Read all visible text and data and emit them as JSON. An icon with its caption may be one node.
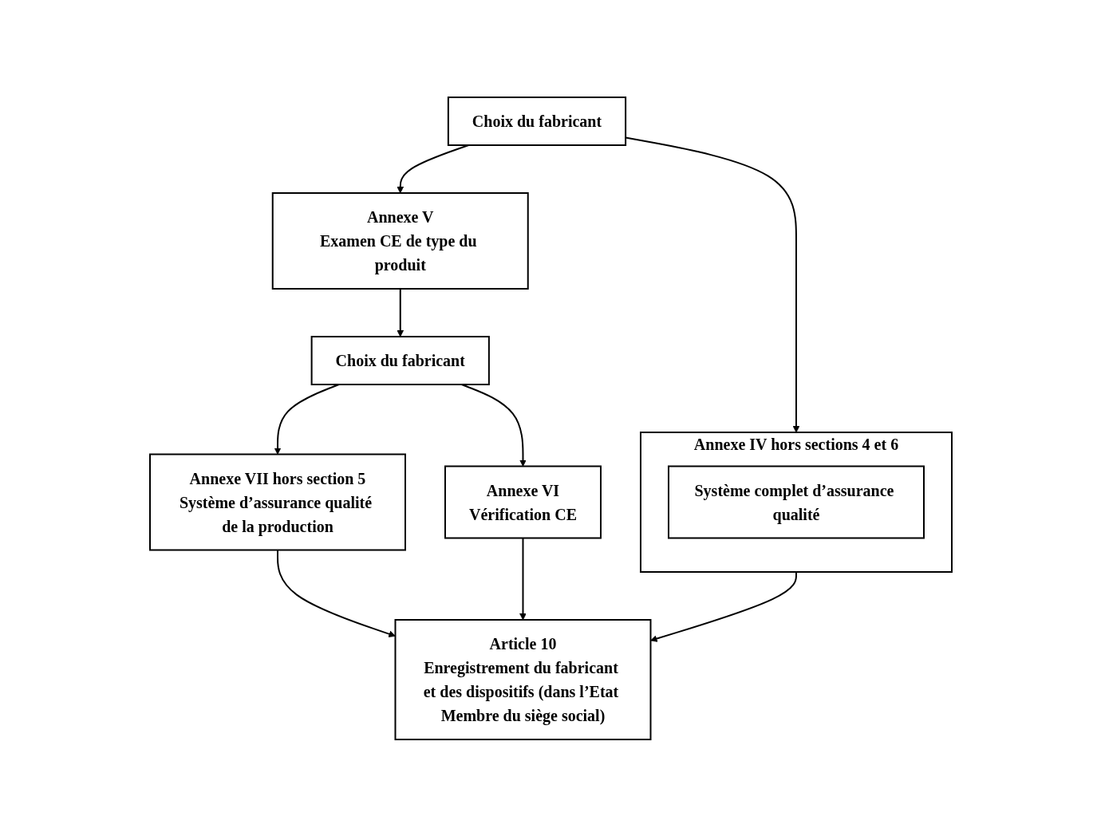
{
  "diagram": {
    "nodes": [
      {
        "text": [
          "Choix du fabricant"
        ]
      },
      {
        "text": [
          "Annexe IV hors sections 4 et 6"
        ]
      },
      {
        "text": [
          "Système complet d’assurance qualité"
        ],
        "in": 1
      },
      {
        "text": [
          "Annexe V",
          "Examen CE de type du produit"
        ]
      },
      {
        "text": [
          "Choix du fabricant"
        ]
      },
      {
        "text": [
          "Annexe VII hors section 5",
          "Système d’assurance qualité de la production"
        ]
      },
      {
        "text": [
          "Annexe VI",
          "Vérification CE"
        ]
      },
      {
        "text": [
          "Article 10",
          "Enregistrement du fabricant et des dispositifs (dans l’Etat Membre du siège social)"
        ]
      }
    ],
    "edges": [
      {
        "from": 0,
        "to": 1,
        "arrow": "to"
      },
      {
        "from": 0,
        "to": 3,
        "arrow": "to"
      },
      {
        "from": 3,
        "to": 4,
        "arrow": "to"
      },
      {
        "from": 4,
        "to": 5,
        "arrow": "to"
      },
      {
        "from": 4,
        "to": 6,
        "arrow": "to"
      },
      {
        "from": 1,
        "to": 7,
        "arrow": "to"
      },
      {
        "from": 5,
        "to": 7,
        "arrow": "to"
      },
      {
        "from": 6,
        "to": 7,
        "arrow": "to"
      }
    ]
  }
}
